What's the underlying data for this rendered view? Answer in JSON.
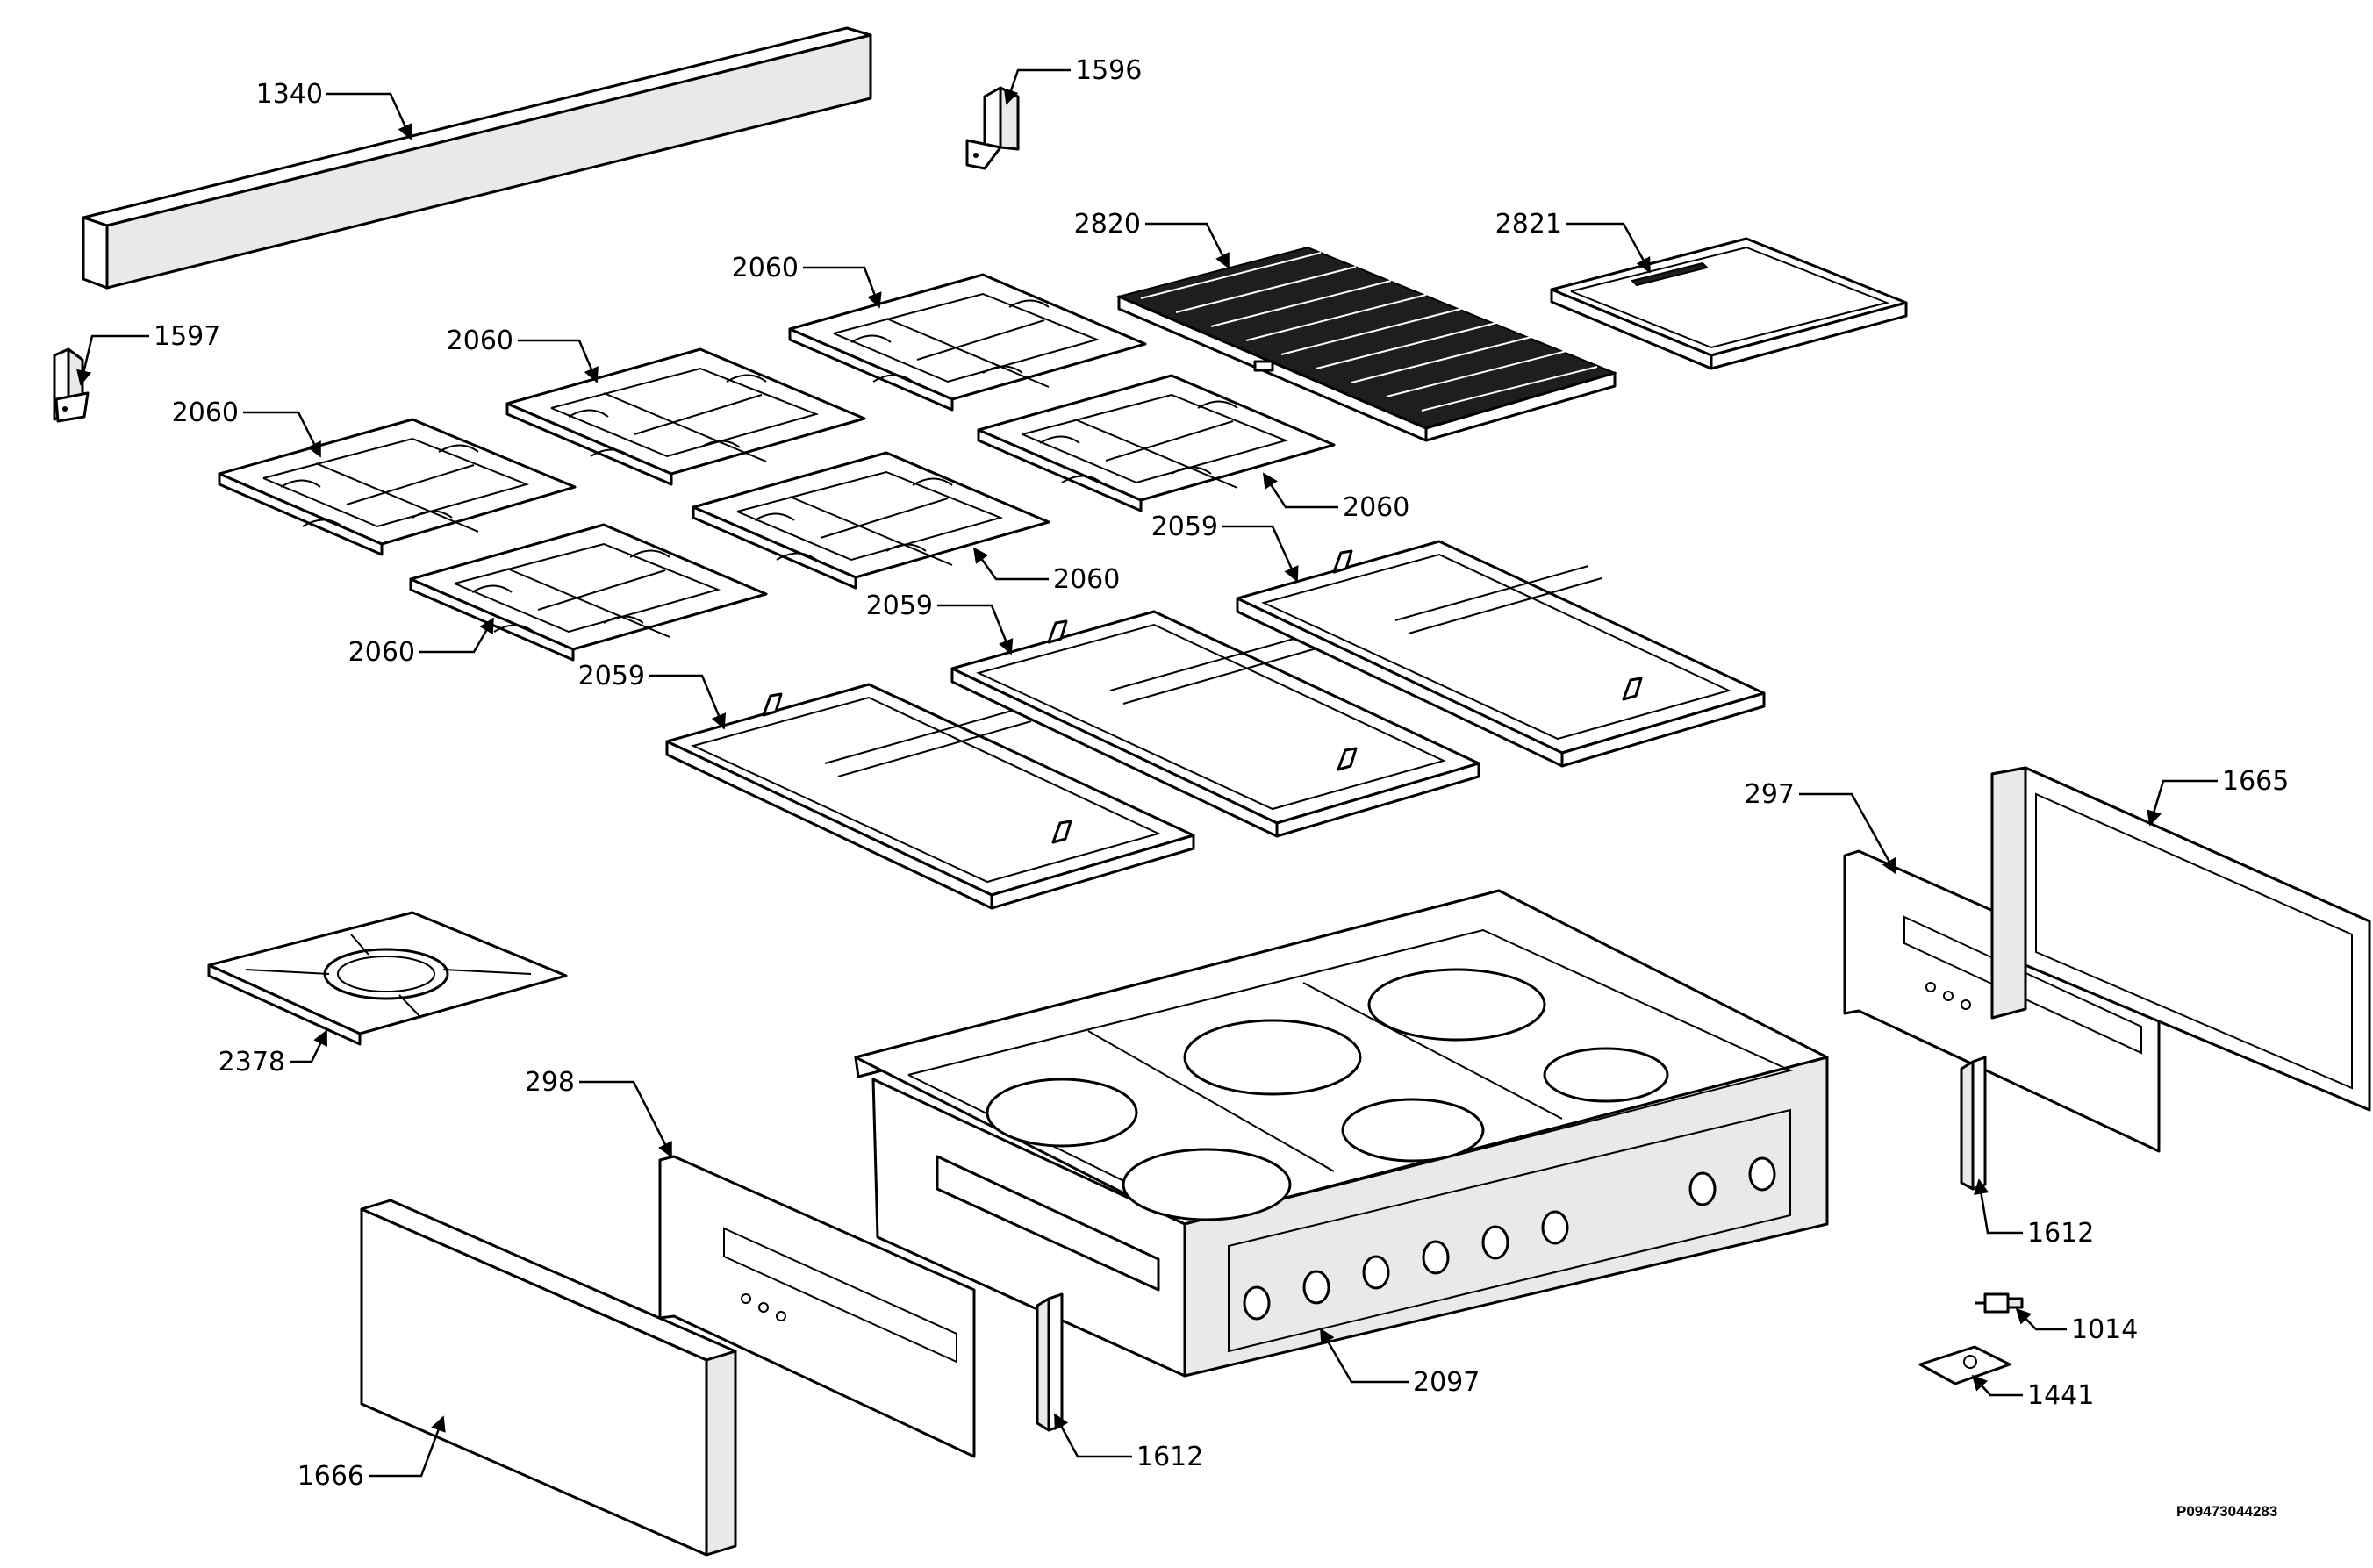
{
  "labels": {
    "p1340": "1340",
    "p1596": "1596",
    "p1597": "1597",
    "p2820": "2820",
    "p2821": "2821",
    "p2060_a": "2060",
    "p2060_b": "2060",
    "p2060_c": "2060",
    "p2060_d": "2060",
    "p2060_e": "2060",
    "p2060_f": "2060",
    "p2059_a": "2059",
    "p2059_b": "2059",
    "p2059_c": "2059",
    "p297": "297",
    "p1665": "1665",
    "p2378": "2378",
    "p298": "298",
    "p1612_a": "1612",
    "p1612_b": "1612",
    "p1014": "1014",
    "p1441": "1441",
    "p2097": "2097",
    "p1666": "1666"
  },
  "reference_code": "P09473044283"
}
